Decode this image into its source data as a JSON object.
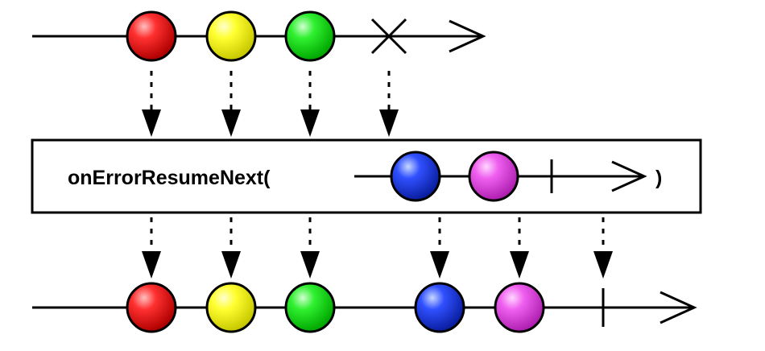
{
  "operator": {
    "label": "onErrorResumeNext(",
    "close_paren": ")"
  },
  "colors": {
    "red": "#e00000",
    "yellow": "#f2f200",
    "green": "#12d812",
    "blue": "#1f3fe6",
    "magenta": "#e64fe6",
    "line": "#000000",
    "background": "#ffffff"
  },
  "source_stream": {
    "items": [
      "red",
      "yellow",
      "green"
    ],
    "terminal": "error-x"
  },
  "resume_stream": {
    "items": [
      "blue",
      "magenta"
    ],
    "terminal": "completion-bar"
  },
  "output_stream": {
    "items": [
      "red",
      "yellow",
      "green",
      "blue",
      "magenta"
    ],
    "terminal": "completion-bar"
  },
  "icons": {
    "marble": "circle-marble-icon",
    "error": "error-x-icon",
    "completion": "completion-bar-icon",
    "arrow": "arrow-head-icon",
    "dotted_arrow": "dotted-down-arrow-icon"
  }
}
